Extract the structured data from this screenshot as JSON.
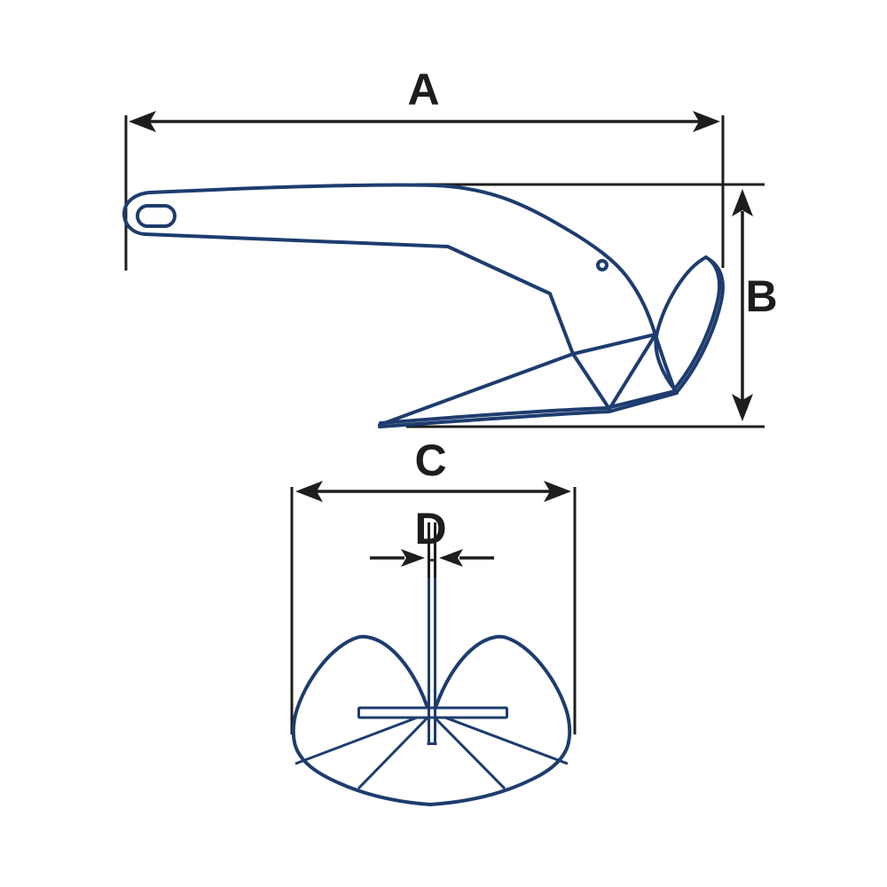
{
  "diagram": {
    "kind": "anchor-dimension-drawing",
    "colors": {
      "background": "#ffffff",
      "anchor_outline": "#1e3c6e",
      "dimension_ink": "#1d1d1b"
    },
    "dimension_labels": {
      "a": "A",
      "b": "B",
      "c": "C",
      "d": "D"
    },
    "views": [
      {
        "name": "side-view",
        "dimensions_shown": [
          "A",
          "B"
        ]
      },
      {
        "name": "front-view",
        "dimensions_shown": [
          "C",
          "D"
        ]
      }
    ]
  }
}
